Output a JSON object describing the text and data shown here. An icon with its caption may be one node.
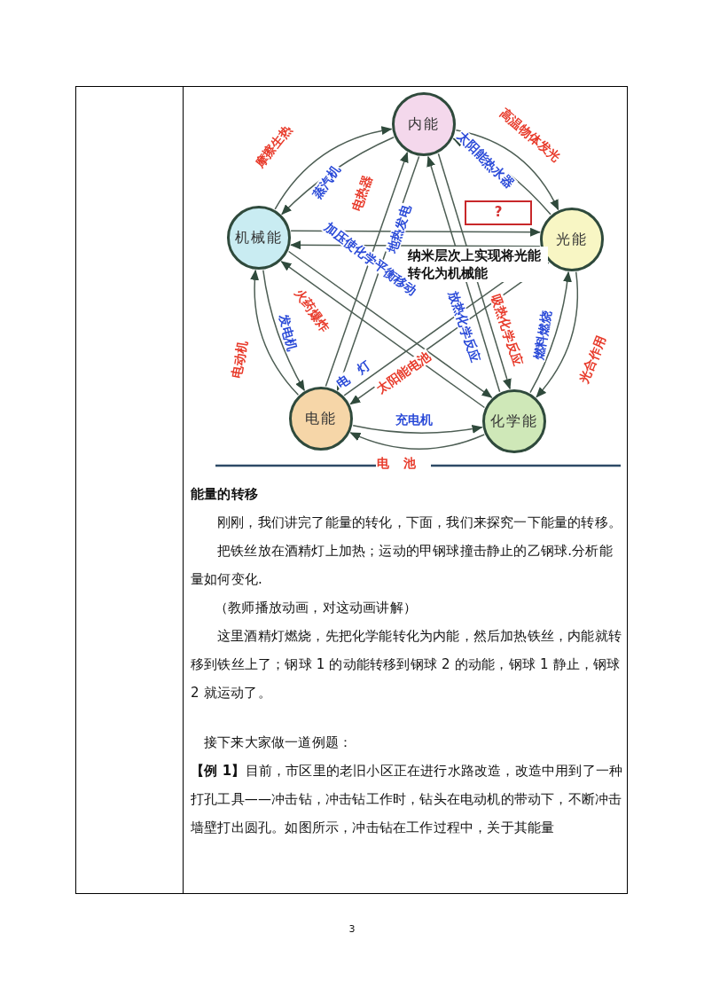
{
  "diagram": {
    "nodes": [
      {
        "text": [
          "内能"
        ]
      },
      {
        "text": [
          "机械能"
        ]
      },
      {
        "text": [
          "光能"
        ]
      },
      {
        "text": [
          "电能"
        ]
      },
      {
        "text": [
          "化学能"
        ]
      },
      {
        "text": [
          "?"
        ]
      }
    ],
    "edges": [
      {
        "from": 1,
        "to": 0,
        "arrow": "to",
        "label": "摩擦生热"
      },
      {
        "from": 0,
        "to": 1,
        "arrow": "to",
        "label": "蒸汽机"
      },
      {
        "from": 0,
        "to": 2,
        "arrow": "to",
        "label": "高温物体发光"
      },
      {
        "from": 2,
        "to": 0,
        "arrow": "to",
        "label": "太阳能热水器"
      },
      {
        "from": 2,
        "to": 4,
        "arrow": "to",
        "label": "光合作用"
      },
      {
        "from": 4,
        "to": 2,
        "arrow": "to",
        "label": "燃料燃烧"
      },
      {
        "from": 4,
        "to": 3,
        "arrow": "to",
        "label": "电池"
      },
      {
        "from": 3,
        "to": 4,
        "arrow": "to",
        "label": "充电机"
      },
      {
        "from": 3,
        "to": 1,
        "arrow": "to",
        "label": "电动机"
      },
      {
        "from": 1,
        "to": 3,
        "arrow": "to",
        "label": "发电机"
      },
      {
        "from": 1,
        "to": 2,
        "arrow": "to"
      },
      {
        "from": 2,
        "to": 1,
        "arrow": "to"
      },
      {
        "from": 4,
        "to": 1,
        "arrow": "to",
        "label": "火药爆炸"
      },
      {
        "from": 1,
        "to": 4,
        "arrow": "to",
        "label": "加压使化学平衡移动"
      },
      {
        "from": 3,
        "to": 0,
        "arrow": "to",
        "label": "电热器"
      },
      {
        "from": 0,
        "to": 3,
        "arrow": "to",
        "label": "地热发电"
      },
      {
        "from": 3,
        "to": 2,
        "arrow": "to",
        "label": "电灯"
      },
      {
        "from": 2,
        "to": 3,
        "arrow": "to",
        "label": "太阳能电池"
      },
      {
        "from": 4,
        "to": 0,
        "arrow": "to",
        "label": "放热化学反应"
      },
      {
        "from": 0,
        "to": 4,
        "arrow": "to",
        "label": "吸热化学反应"
      }
    ],
    "labels": [
      "纳米层次上实现将光能转化为机械能",
      "能量的转移",
      "刚刚，我们讲完了能量的转化，下面，我们来探究一下能量的转移。",
      "把铁丝放在酒精灯上加热；运动的甲钢球撞击静止的乙钢球.分析能量如何变化.",
      "（教师播放动画，对这动画讲解）",
      "这里酒精灯燃烧，先把化学能转化为内能，然后加热铁丝，内能就转移到铁丝上了；钢球 1 的动能转移到钢球 2 的动能，钢球 1 静止，钢球 2 就运动了。",
      "接下来大家做一道例题：",
      "**【例 1】**目前，市区里的老旧小区正在进行水路改造，改造中用到了一种打孔工具——冲击钻，冲击钻工作时，钻头在电动机的带动下，不断冲击墙壁打出圆孔。如图所示，冲击钻在工作过程中，关于其能量",
      "3"
    ]
  }
}
